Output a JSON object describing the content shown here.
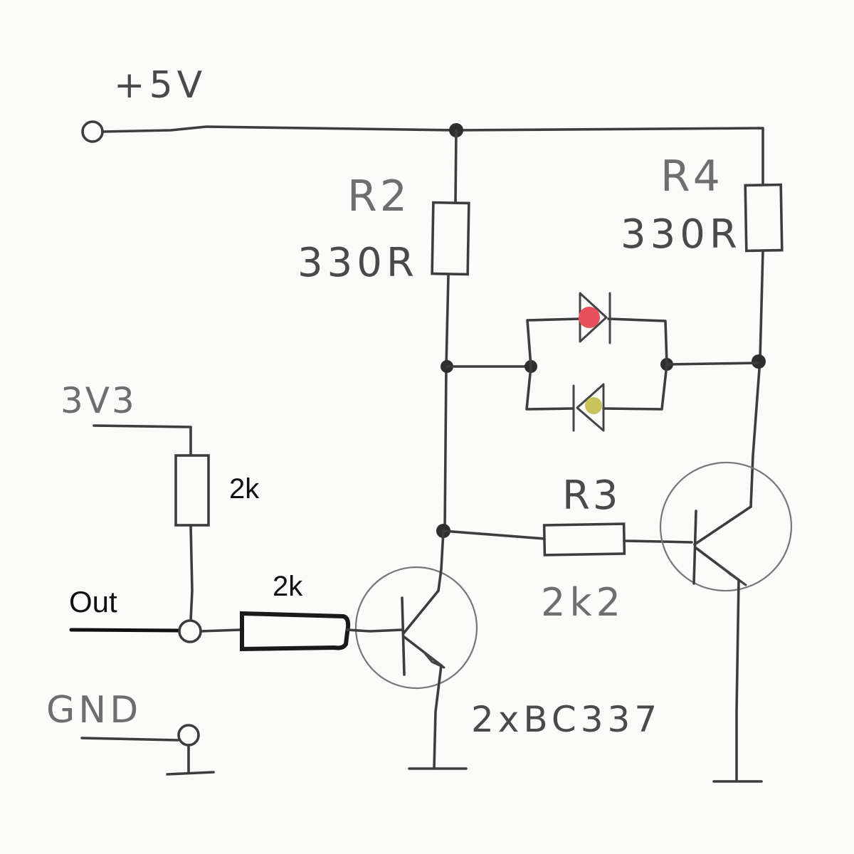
{
  "labels": {
    "supply": "+5V",
    "r2_name": "R2",
    "r2_value": "330R",
    "r4_name": "R4",
    "r4_value": "330R",
    "r3_name": "R3",
    "r3_value": "2k2",
    "logic_supply": "3V3",
    "pullup_value": "2k",
    "out": "Out",
    "base_value": "2k",
    "ground": "GND",
    "transistors": "2xBC337"
  },
  "colors": {
    "led_red": "#e8505b",
    "led_yellow": "#c8c35a",
    "wire": "#3d3d3d"
  }
}
